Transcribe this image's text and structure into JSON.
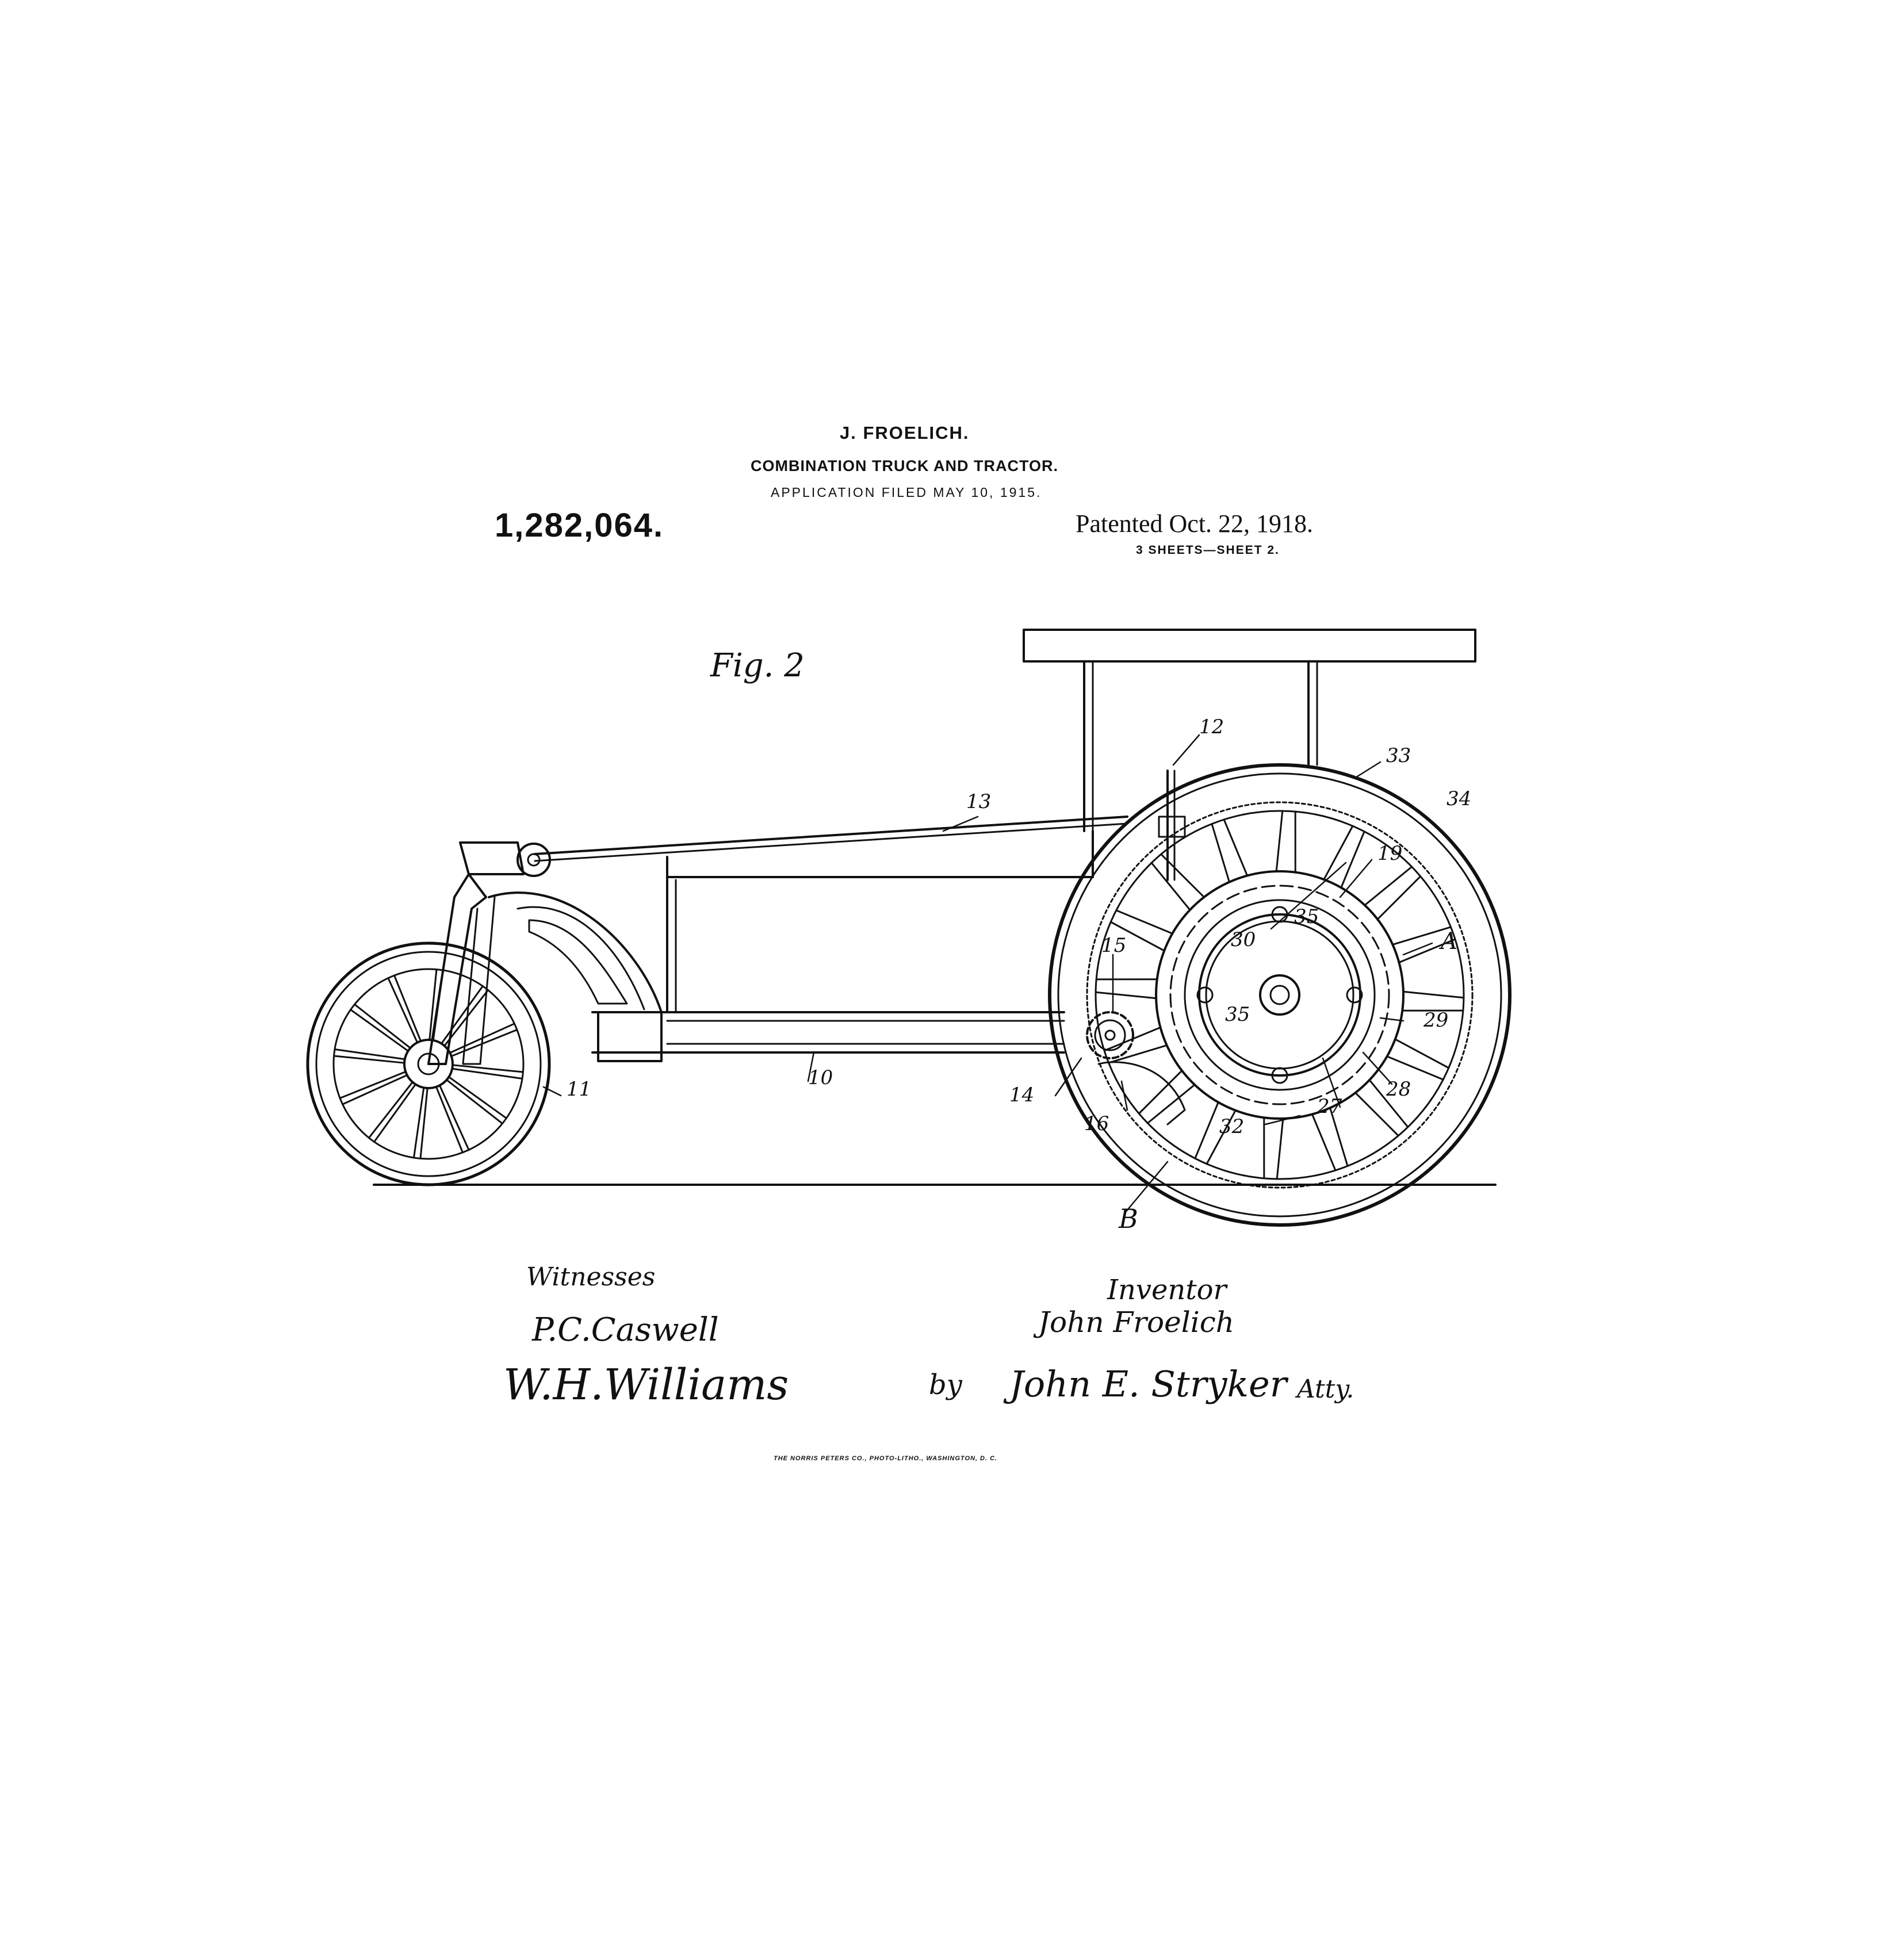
{
  "header": {
    "inventor_name": "J. FROELICH.",
    "title": "COMBINATION TRUCK AND TRACTOR.",
    "application": "APPLICATION FILED MAY 10, 1915.",
    "patent_number": "1,282,064.",
    "patented": "Patented Oct. 22, 1918.",
    "sheets": "3 SHEETS—SHEET 2."
  },
  "figure": {
    "label": "Fig. 2",
    "reference_labels": {
      "r10": "10",
      "r11": "11",
      "r12": "12",
      "r13": "13",
      "r14": "14",
      "r15": "15",
      "r16": "16",
      "r19": "19",
      "r27": "27",
      "r28": "28",
      "r29": "29",
      "r30": "30",
      "r32": "32",
      "r33": "33",
      "r34": "34",
      "r35a": "35",
      "r35b": "35",
      "rA": "A",
      "rB": "B"
    }
  },
  "signatures": {
    "witnesses_label": "Witnesses",
    "witness_1": "P.C.Caswell",
    "witness_2": "W.H.Williams",
    "inventor_label": "Inventor",
    "inventor": "John Froelich",
    "by": "by",
    "attorney": "John E. Stryker",
    "atty": "Atty."
  },
  "footer": {
    "printer": "THE NORRIS PETERS CO., PHOTO-LITHO., WASHINGTON, D. C."
  }
}
